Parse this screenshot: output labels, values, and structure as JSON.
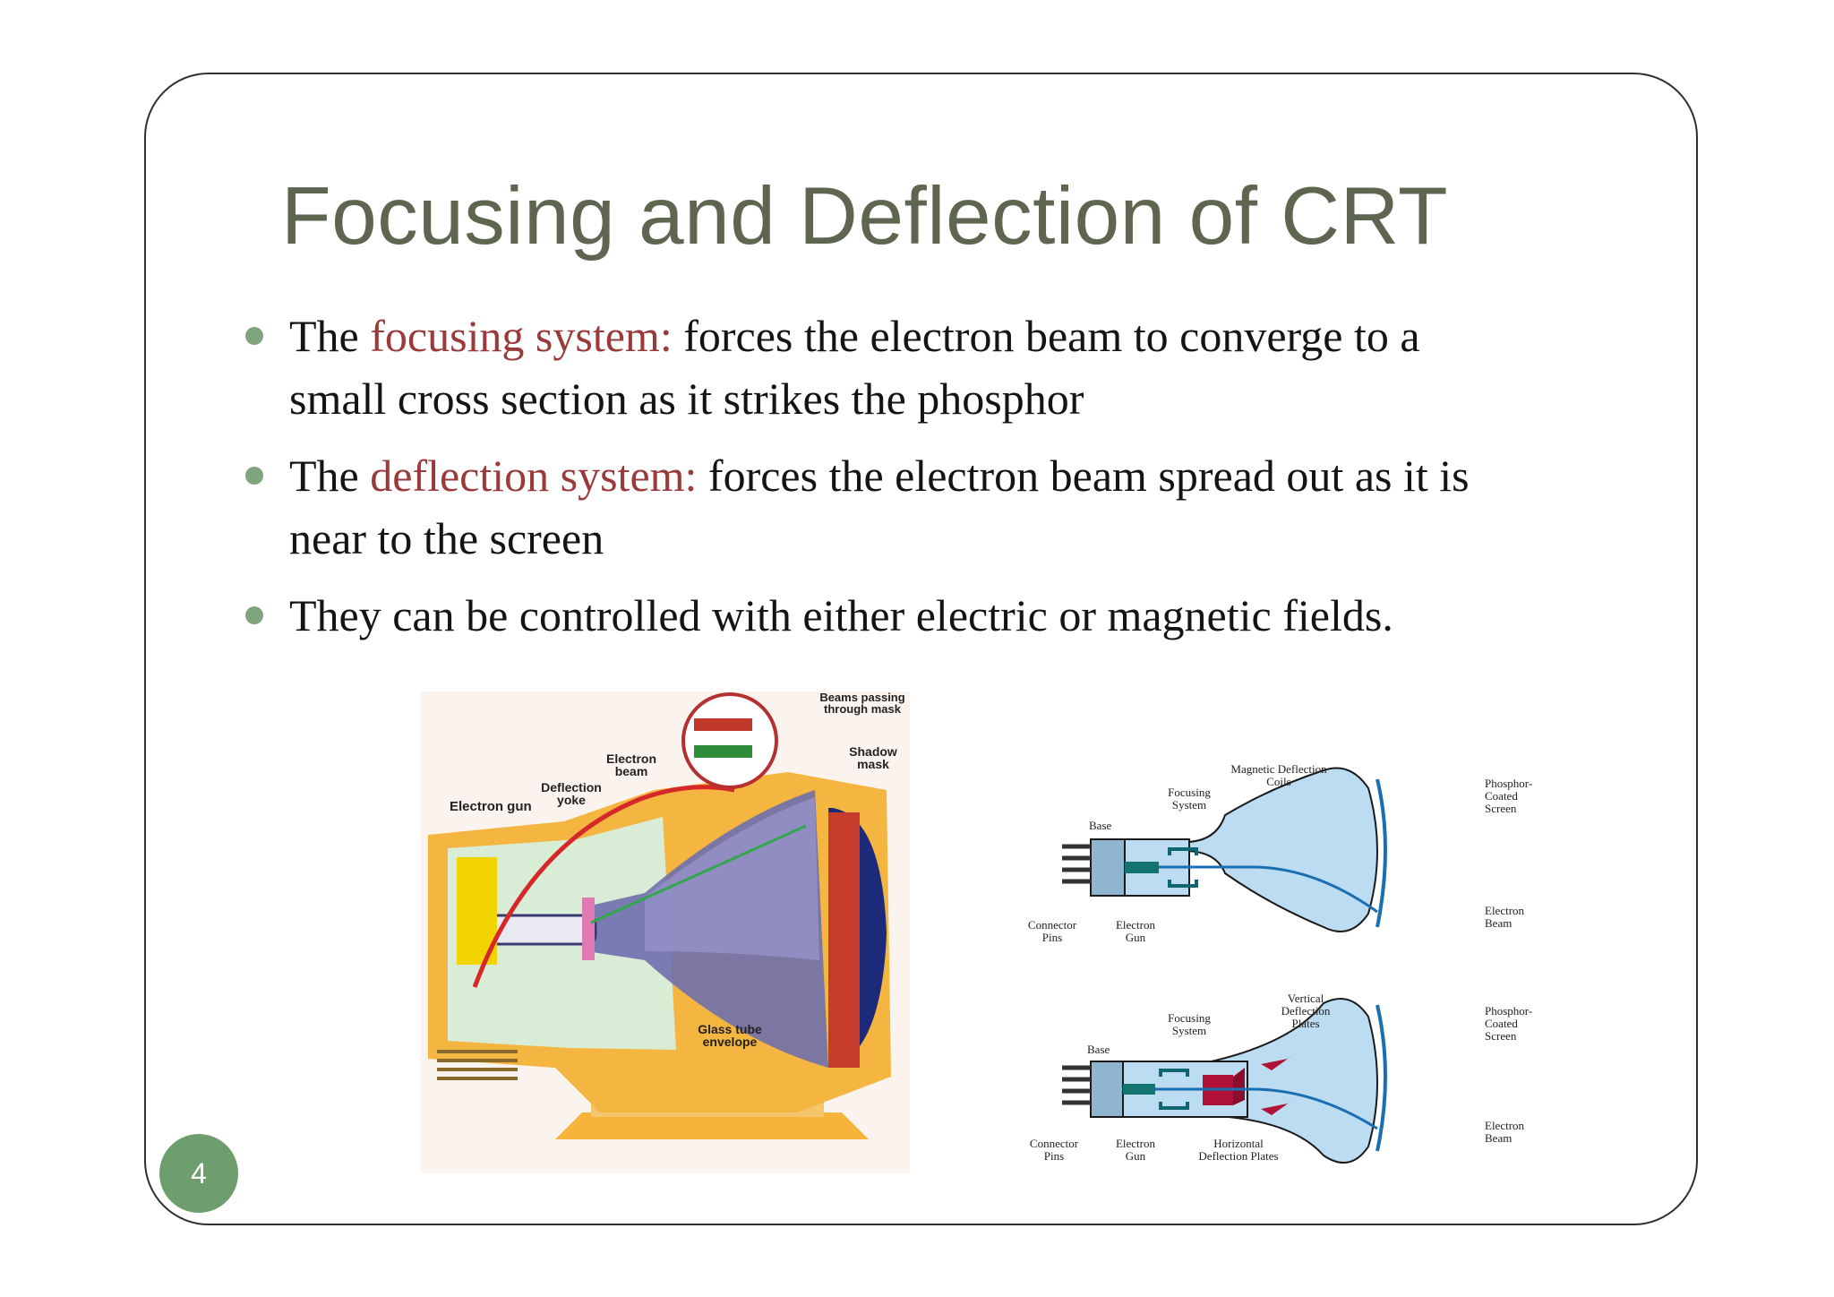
{
  "slide": {
    "title": "Focusing and Deflection of CRT",
    "page_number": "4",
    "bullets": [
      {
        "pre": "The ",
        "highlight": "focusing system:",
        "post": " forces the electron beam to converge to a small cross section as it strikes the phosphor"
      },
      {
        "pre": "The ",
        "highlight": "deflection system:",
        "post": " forces the electron beam spread out as it is near to the screen"
      },
      {
        "pre": "",
        "highlight": "",
        "post": "They can be controlled with either electric or magnetic fields."
      }
    ]
  },
  "figure_left": {
    "labels": {
      "electron_gun": "Electron gun",
      "deflection_yoke": "Deflection yoke",
      "electron_beam": "Electron beam",
      "beams_passing": "Beams passing through mask",
      "shadow_mask": "Shadow mask",
      "glass_tube": "Glass tube envelope"
    }
  },
  "figure_right_top": {
    "labels": {
      "magnetic_coils": "Magnetic Deflection Coils",
      "focusing": "Focusing System",
      "base": "Base",
      "phosphor": "Phosphor- Coated Screen",
      "connector": "Connector Pins",
      "gun": "Electron Gun",
      "beam": "Electron Beam"
    }
  },
  "figure_right_bottom": {
    "labels": {
      "focusing": "Focusing System",
      "vertical": "Vertical Deflection Plates",
      "base": "Base",
      "phosphor": "Phosphor- Coated Screen",
      "connector": "Connector Pins",
      "gun": "Electron Gun",
      "horizontal": "Horizontal Deflection Plates",
      "beam": "Electron Beam"
    }
  },
  "colors": {
    "title": "#5e6650",
    "highlight": "#9a3a3a",
    "bullet_dot": "#7ea57e",
    "page_badge": "#6e9d6e",
    "tube_fill": "#bcdcf2"
  }
}
